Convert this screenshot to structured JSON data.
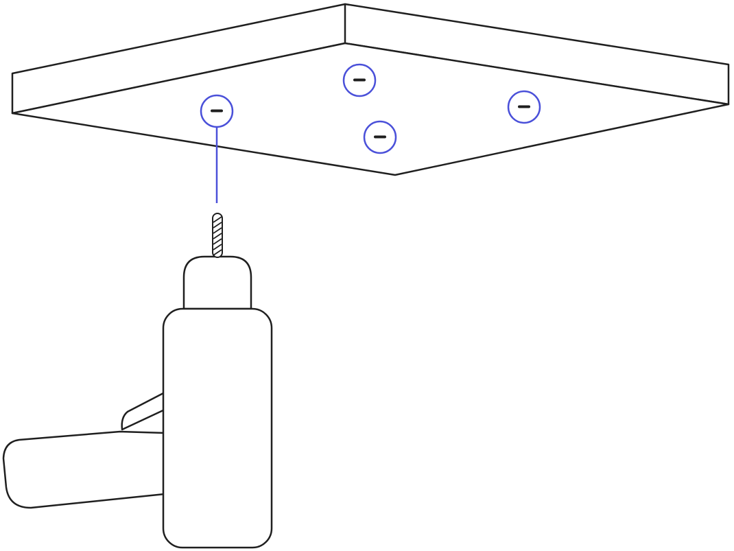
{
  "illustration": {
    "subject": "",
    "colors": {
      "line": "#1f1f1f",
      "accent": "#4a50d9",
      "background": "#ffffff"
    },
    "hole_markers": [
      {
        "id": "left",
        "icon": "hole-marker-icon",
        "active": true
      },
      {
        "id": "top",
        "icon": "hole-marker-icon",
        "active": false
      },
      {
        "id": "center",
        "icon": "hole-marker-icon",
        "active": false
      },
      {
        "id": "right",
        "icon": "hole-marker-icon",
        "active": false
      }
    ]
  }
}
